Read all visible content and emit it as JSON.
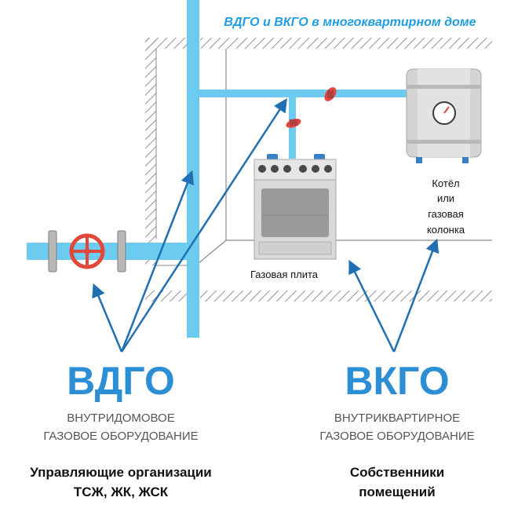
{
  "title": "ВДГО и ВКГО в многоквартирном доме",
  "appliances": {
    "stove_label": "Газовая плита",
    "boiler_label_line1": "Котёл",
    "boiler_label_line2": "или",
    "boiler_label_line3": "газовая",
    "boiler_label_line4": "колонка"
  },
  "vdgo": {
    "abbr": "ВДГО",
    "desc_line1": "ВНУТРИДОМОВОЕ",
    "desc_line2": "ГАЗОВОЕ ОБОРУДОВАНИЕ",
    "responsible_line1": "Управляющие организации",
    "responsible_line2": "ТСЖ, ЖК, ЖСК"
  },
  "vkgo": {
    "abbr": "ВКГО",
    "desc_line1": "ВНУТРИКВАРТИРНОЕ",
    "desc_line2": "ГАЗОВОЕ ОБОРУДОВАНИЕ",
    "responsible_line1": "Собственники",
    "responsible_line2": "помещений"
  },
  "colors": {
    "pipe": "#6ecbf0",
    "arrow": "#1f6fb2",
    "accent": "#2c8fd6",
    "title": "#1e9de0",
    "valve": "#e0483c",
    "hatch": "#9a9a9a",
    "text_dark": "#111111",
    "text_gray": "#555555"
  }
}
